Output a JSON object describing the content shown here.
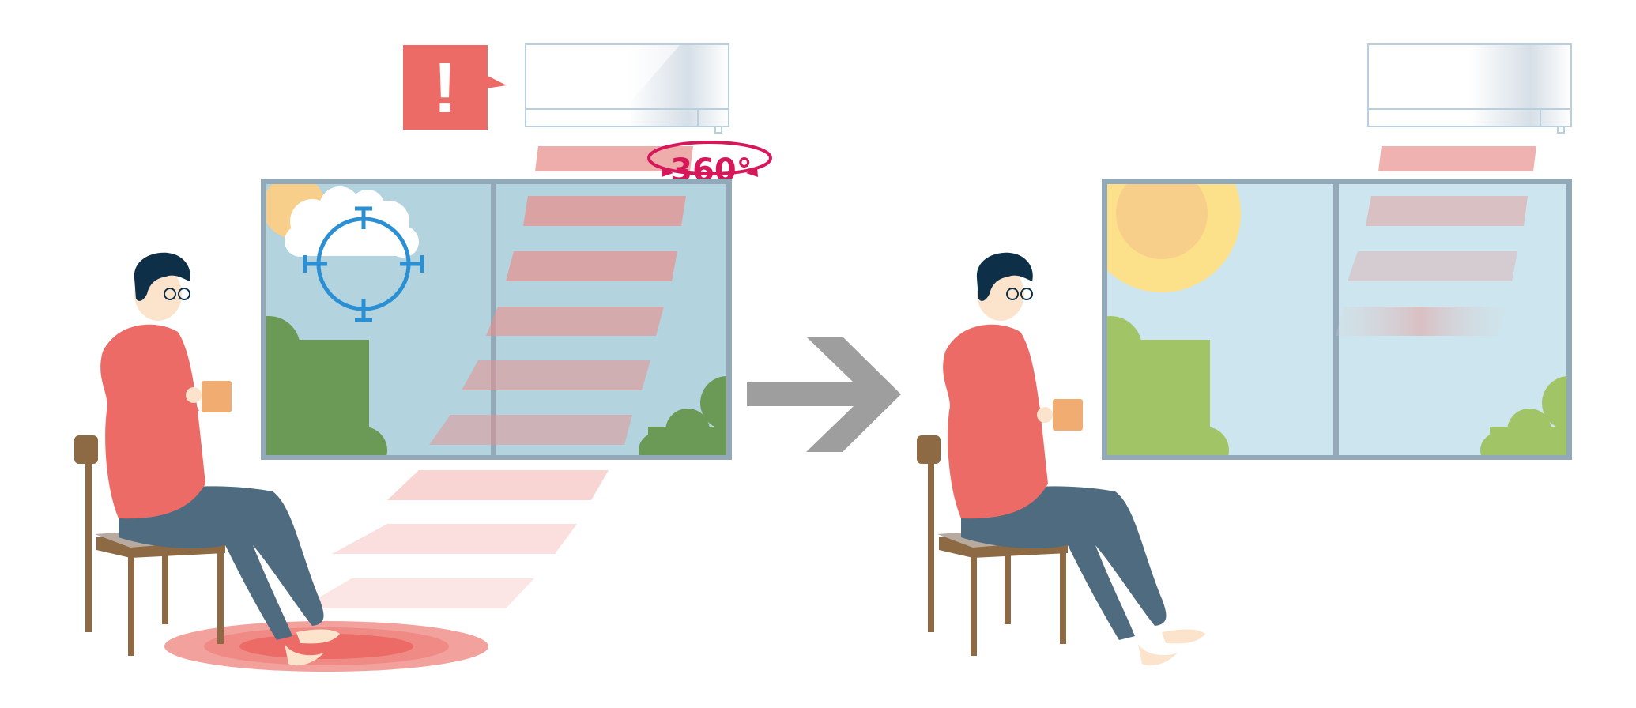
{
  "illustration": {
    "left_panel": {
      "alert_label": "!",
      "rotation_label": "360°",
      "state": "before"
    },
    "right_panel": {
      "state": "after"
    }
  },
  "colors": {
    "airflow": "#e8928f",
    "window_frame": "#93a9b8",
    "sky_left": "#b3d3de",
    "sky_right": "#cde5ee",
    "bush_dark": "#6a9a55",
    "bush_light": "#a1c566",
    "sun_light": "#fde08a",
    "sun_dark": "#f7cf8a",
    "sensor": "#2a8fd3",
    "accent_360": "#d6185b",
    "alert": "#ec6b66",
    "shirt": "#ec6b66",
    "pants": "#4e6b7f",
    "hair": "#0e2f48",
    "skin": "#fbe3cc",
    "chair": "#8d6a44",
    "mug": "#f1ac71",
    "arrow": "#9e9e9e"
  },
  "icons": [
    "alert-icon",
    "air-conditioner-icon",
    "sensor-target-icon",
    "rotation-arrow-icon",
    "sun-icon",
    "cloud-icon",
    "right-arrow-icon",
    "person-icon",
    "chair-icon",
    "mug-icon"
  ]
}
